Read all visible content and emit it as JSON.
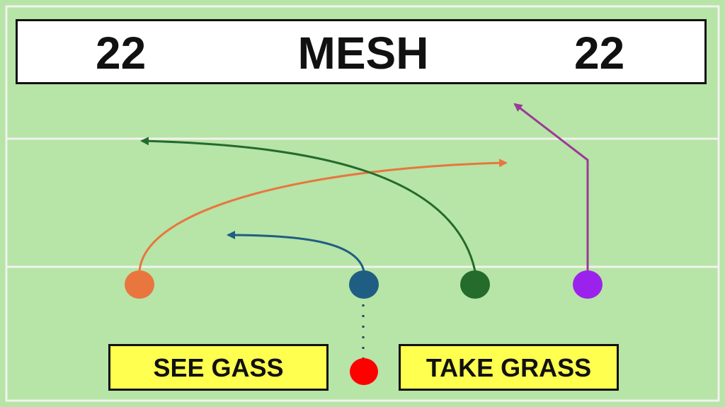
{
  "header": {
    "left_number": "22",
    "title": "MESH",
    "right_number": "22"
  },
  "callouts": {
    "left": "SEE GASS",
    "right": "TAKE GRASS"
  },
  "players": [
    {
      "role": "receiver",
      "color": "#e8763e"
    },
    {
      "role": "receiver",
      "color": "#1f5e82"
    },
    {
      "role": "receiver",
      "color": "#246b2c"
    },
    {
      "role": "receiver",
      "color": "#9b22ec"
    },
    {
      "role": "quarterback",
      "color": "#ff0000"
    }
  ],
  "colors": {
    "field": "#b7e4a7",
    "field_lines": "#f2f2ee",
    "orange_route": "#e8763e",
    "blue_route": "#1f5e82",
    "green_route": "#246b2c",
    "purple_route": "#9a3a98",
    "callout_fill": "#ffff4f"
  }
}
